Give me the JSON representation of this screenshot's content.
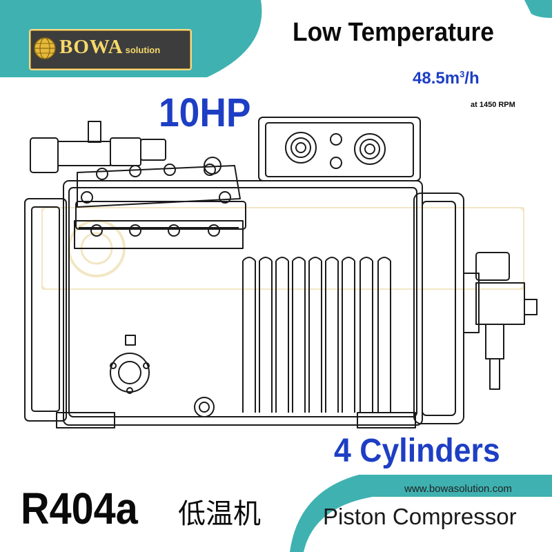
{
  "brand": {
    "logo_main": "BOWA",
    "logo_sub": "solution",
    "website": "www.bowasolution.com"
  },
  "product": {
    "category": "Low Temperature",
    "flow_value": "48.5m",
    "flow_exp": "3",
    "flow_unit": "/h",
    "rpm": "at 1450 RPM",
    "power": "10HP",
    "cylinders": "4 Cylinders",
    "refrigerant": "R404a",
    "chinese_label": "低温机",
    "type": "Piston Compressor"
  },
  "colors": {
    "teal": "#3fb1b1",
    "blue_text": "#1e3ec4",
    "gold": "#f6d86b",
    "line": "#1a1a1a"
  }
}
